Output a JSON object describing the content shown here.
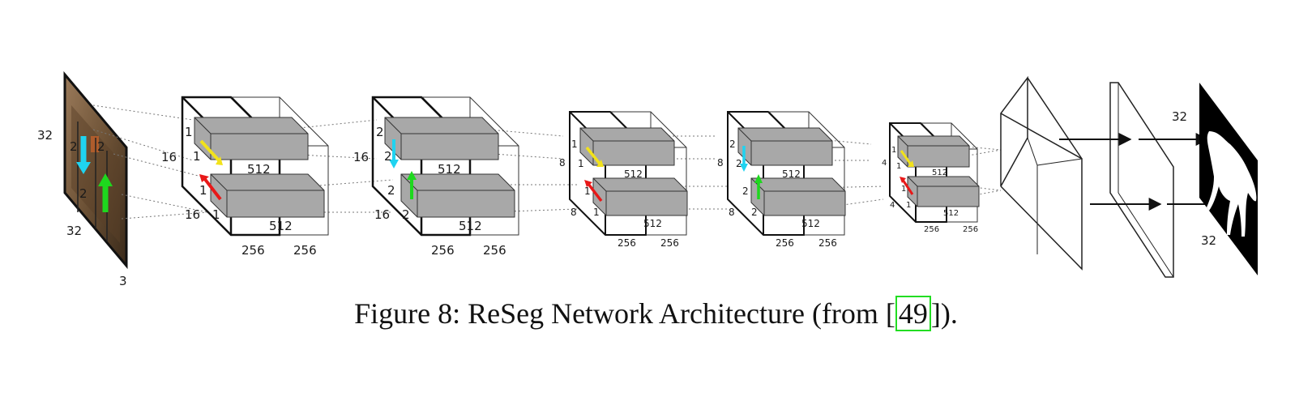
{
  "figure": {
    "caption_prefix": "Figure 8: ReSeg Network Architecture (from [",
    "caption_ref": "49",
    "caption_suffix": "]).",
    "input": {
      "height": "32",
      "width": "32",
      "channels": "3",
      "patch_a": "2",
      "patch_b": "2"
    },
    "block1": {
      "w": "16",
      "p1": "1",
      "p2": "1",
      "dep_top": "512",
      "dep_bot": "512",
      "bot_l": "256",
      "bot_r": "256",
      "small_a": "16",
      "small_b": "1"
    },
    "block2": {
      "w": "16",
      "p1": "2",
      "p2": "2",
      "dep_top": "512",
      "dep_bot": "512",
      "bot_l": "256",
      "bot_r": "256",
      "small_a": "16",
      "small_b": "2"
    },
    "block3": {
      "w": "8",
      "p1": "1",
      "p2": "1",
      "dep_top": "512",
      "dep_bot": "512",
      "bot_l": "256",
      "bot_r": "256",
      "small_a": "8",
      "small_b": "1"
    },
    "block4": {
      "w": "8",
      "p1": "2",
      "p2": "2",
      "dep_top": "512",
      "dep_bot": "512",
      "bot_l": "256",
      "bot_r": "256",
      "small_a": "8",
      "small_b": "2"
    },
    "block5": {
      "w": "4",
      "p1": "1",
      "p2": "1",
      "dep_top": "512",
      "dep_bot": "512",
      "bot_l": "256",
      "bot_r": "256",
      "small_a": "4",
      "small_b": "1"
    },
    "output": {
      "height": "32",
      "width": "32"
    },
    "colors": {
      "down_arrow": "#1fd3f0",
      "up_arrow": "#1ed81e",
      "yellow_arrow": "#f2e21a",
      "red_arrow": "#e81818",
      "layer_fill": "#a8a8a8"
    }
  }
}
